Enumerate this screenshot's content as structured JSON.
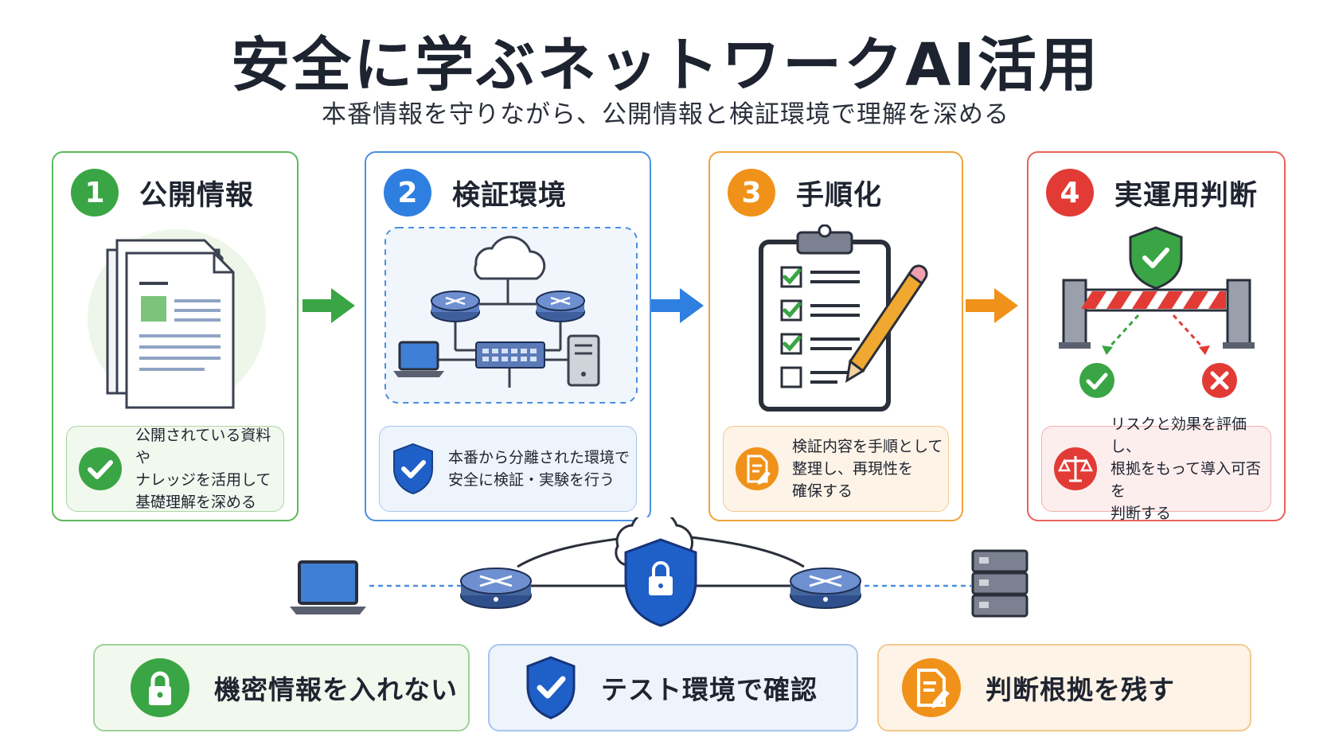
{
  "header": {
    "title": "安全に学ぶネットワークAI活用",
    "subtitle": "本番情報を守りながら、公開情報と検証環境で理解を深める"
  },
  "steps": [
    {
      "number": "1",
      "title": "公開情報",
      "note": "公開されている資料や\nナレッジを活用して\n基礎理解を深める",
      "color": "#3aa544"
    },
    {
      "number": "2",
      "title": "検証環境",
      "note": "本番から分離された環境で\n安全に検証・実験を行う",
      "color": "#2f7fe0"
    },
    {
      "number": "3",
      "title": "手順化",
      "note": "検証内容を手順として\n整理し、再現性を\n確保する",
      "color": "#f0921a"
    },
    {
      "number": "4",
      "title": "実運用判断",
      "note": "リスクと効果を評価し、\n根拠をもって導入可否を\n判断する",
      "color": "#e23b35"
    }
  ],
  "principles": [
    {
      "label": "機密情報を入れない",
      "icon": "lock-icon",
      "color": "#3aa544"
    },
    {
      "label": "テスト環境で確認",
      "icon": "shield-check-icon",
      "color": "#1f5fc8"
    },
    {
      "label": "判断根拠を残す",
      "icon": "document-pen-icon",
      "color": "#f0921a"
    }
  ]
}
